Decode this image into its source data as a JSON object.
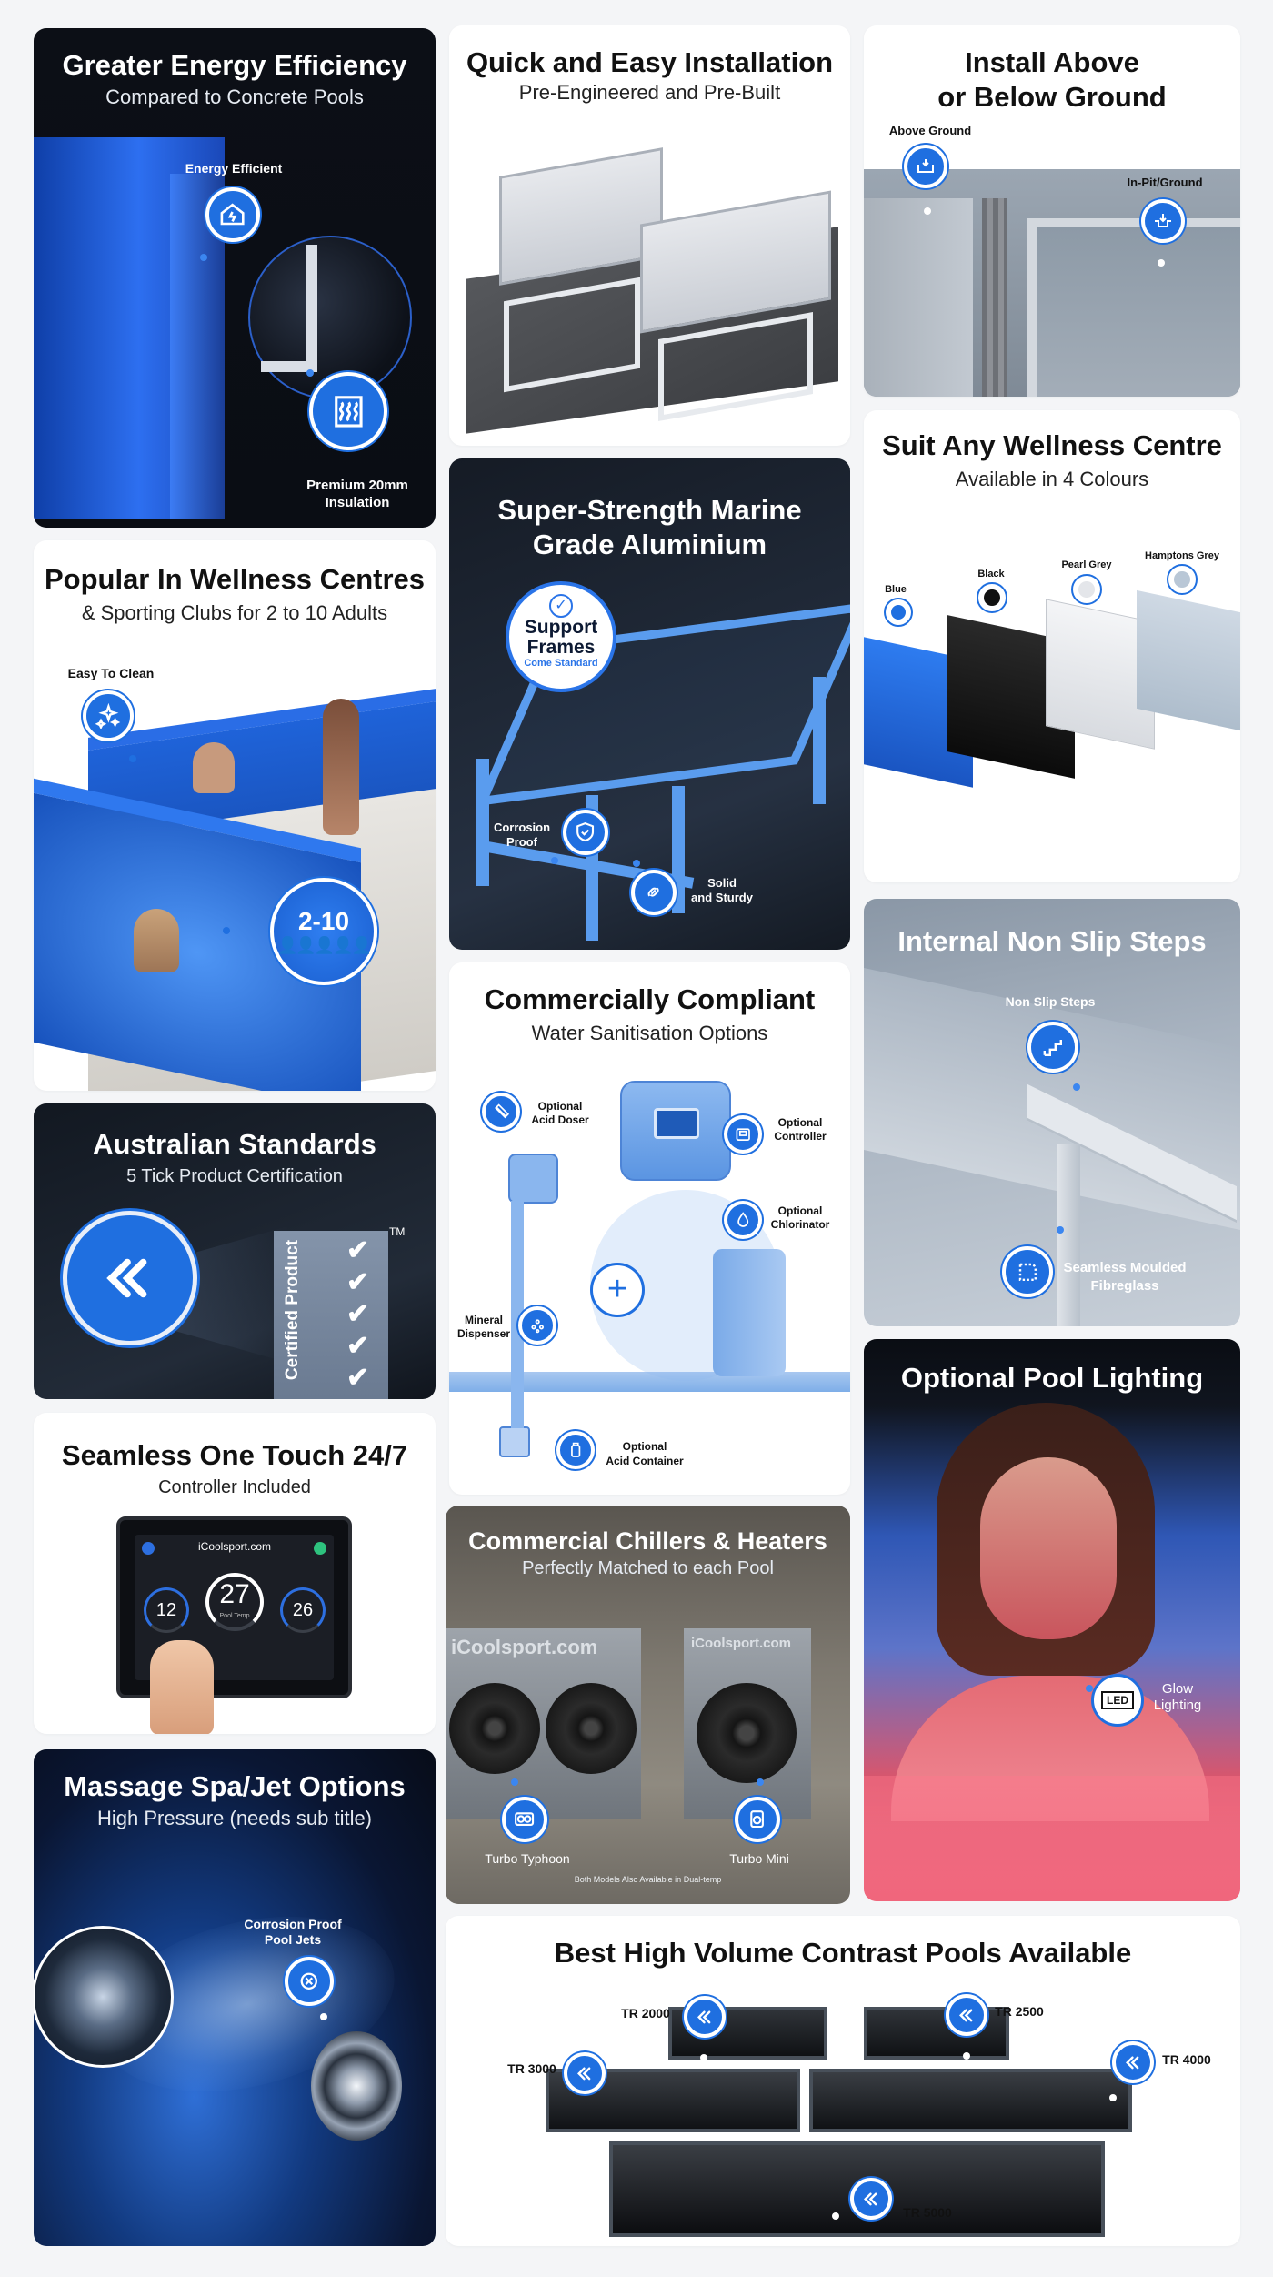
{
  "cards": {
    "energy": {
      "title": "Greater Energy Efficiency",
      "subtitle": "Compared to Concrete Pools",
      "label_top": "Energy Efficient",
      "label_bottom_1": "Premium 20mm",
      "label_bottom_2": "Insulation",
      "icon_top": "house-leaf-icon",
      "icon_bottom": "insulation-icon"
    },
    "installation": {
      "title": "Quick and Easy Installation",
      "subtitle": "Pre-Engineered and Pre-Built"
    },
    "ground": {
      "title_1": "Install Above",
      "title_2": "or Below Ground",
      "label_above": "Above Ground",
      "label_below": "In-Pit/Ground",
      "icon_above": "above-ground-icon",
      "icon_below": "in-ground-icon"
    },
    "colours": {
      "title": "Suit Any Wellness Centre",
      "subtitle": "Available in 4 Colours",
      "swatches": [
        {
          "name": "Blue",
          "color": "#1f6fe0"
        },
        {
          "name": "Black",
          "color": "#111111"
        },
        {
          "name": "Pearl Grey",
          "color": "#e4e6ea"
        },
        {
          "name": "Hamptons Grey",
          "color": "#b9c7d6"
        }
      ]
    },
    "popular": {
      "title": "Popular In Wellness Centres",
      "subtitle": "& Sporting Clubs for 2 to 10 Adults",
      "label": "Easy To Clean",
      "badge": "2-10",
      "icon_clean": "sparkle-clean-icon",
      "icon_people": "people-group-icon"
    },
    "aluminium": {
      "title_1": "Super-Strength Marine",
      "title_2": "Grade Aluminium",
      "seal_1": "Support",
      "seal_2": "Frames",
      "seal_3": "Come Standard",
      "label_corrosion_1": "Corrosion",
      "label_corrosion_2": "Proof",
      "label_solid_1": "Solid",
      "label_solid_2": "and Sturdy",
      "icon_corrosion": "shield-check-icon",
      "icon_solid": "chain-link-icon"
    },
    "steps": {
      "title": "Internal Non Slip Steps",
      "label_steps": "Non Slip Steps",
      "label_moulded_1": "Seamless Moulded",
      "label_moulded_2": "Fibreglass",
      "icon_steps": "stairs-icon",
      "icon_moulded": "moulded-corner-icon"
    },
    "standards": {
      "title": "Australian Standards",
      "subtitle": "5 Tick Product Certification",
      "cert_text": "Certified Product",
      "tm": "TM",
      "logo_icon": "double-chevron-logo-icon"
    },
    "compliant": {
      "title": "Commercially Compliant",
      "subtitle": "Water Sanitisation Options",
      "labels": {
        "acid_doser_1": "Optional",
        "acid_doser_2": "Acid Doser",
        "controller_1": "Optional",
        "controller_2": "Controller",
        "chlorinator_1": "Optional",
        "chlorinator_2": "Chlorinator",
        "mineral_1": "Mineral",
        "mineral_2": "Dispenser",
        "container_1": "Optional",
        "container_2": "Acid Container"
      }
    },
    "touch": {
      "title": "Seamless One Touch 24/7",
      "subtitle": "Controller Included",
      "brand": "iCoolsport.com",
      "temp_left": "12",
      "temp_main": "27",
      "temp_main_caption": "Pool Temp",
      "temp_right": "26"
    },
    "chillers": {
      "title": "Commercial Chillers & Heaters",
      "subtitle": "Perfectly Matched to each Pool",
      "brand_left": "iCoolsport.com",
      "brand_right": "iCoolsport.com",
      "label_left": "Turbo Typhoon",
      "label_right": "Turbo Mini",
      "footnote": "Both Models Also Available in Dual-temp"
    },
    "lighting": {
      "title": "Optional Pool Lighting",
      "label_1": "Glow",
      "label_2": "Lighting",
      "icon_text": "LED"
    },
    "massage": {
      "title": "Massage Spa/Jet Options",
      "subtitle": "High Pressure (needs sub title)",
      "label_1": "Corrosion Proof",
      "label_2": "Pool Jets",
      "icon": "jet-nozzle-icon"
    },
    "models": {
      "title": "Best High Volume Contrast Pools Available",
      "items": [
        "TR 2000",
        "TR 2500",
        "TR 3000",
        "TR 4000",
        "TR 5000"
      ]
    }
  }
}
